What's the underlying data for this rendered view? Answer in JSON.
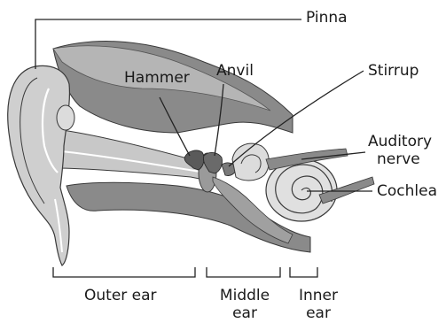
{
  "labels": {
    "pinna": "Pinna",
    "hammer": "Hammer",
    "anvil": "Anvil",
    "stirrup": "Stirrup",
    "auditory_nerve_line1": "Auditory",
    "auditory_nerve_line2": "nerve",
    "cochlea": "Cochlea"
  },
  "regions": {
    "outer_ear": "Outer ear",
    "middle_ear_line1": "Middle",
    "middle_ear_line2": "ear",
    "inner_ear_line1": "Inner",
    "inner_ear_line2": "ear"
  },
  "colors": {
    "dark_gray": "#7a7a7a",
    "mid_gray": "#a9a9a9",
    "light_gray": "#cfcfcf",
    "pale_gray": "#e3e3e3",
    "outline": "#3a3a3a",
    "leader_line": "#222222"
  }
}
